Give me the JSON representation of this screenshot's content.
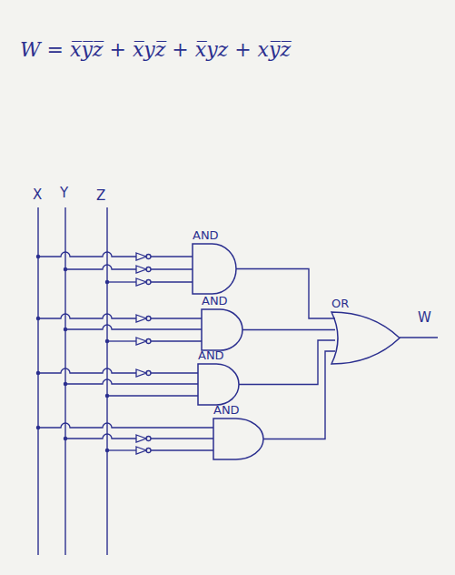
{
  "diagram": {
    "title": "W = x̅y̅z̅ + x̅yz̅ + x̅yz + xy̅z̅",
    "nodes": [
      {
        "text": [
          "AND"
        ]
      },
      {
        "text": [
          "AND"
        ]
      },
      {
        "text": [
          "AND"
        ]
      },
      {
        "text": [
          "AND"
        ]
      },
      {
        "text": [
          "OR"
        ]
      }
    ],
    "edges": [
      {
        "from": 0,
        "to": 4,
        "arrow": "none"
      },
      {
        "from": 1,
        "to": 4,
        "arrow": "none"
      },
      {
        "from": 2,
        "to": 4,
        "arrow": "none"
      },
      {
        "from": 3,
        "to": 4,
        "arrow": "none"
      }
    ],
    "labels": [
      "X",
      "Y",
      "Z",
      "W"
    ]
  }
}
